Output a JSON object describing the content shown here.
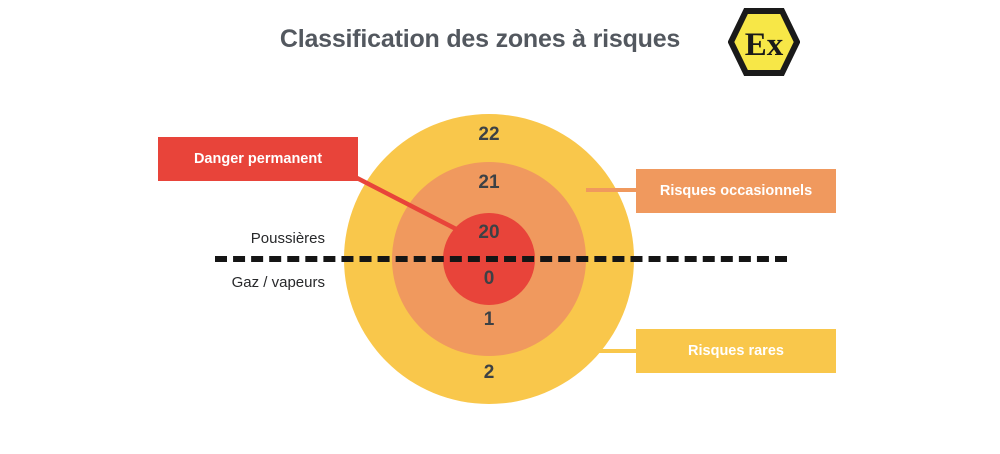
{
  "page": {
    "title": "Classification des zones à risques",
    "background_color": "#ffffff"
  },
  "logo": {
    "name": "atex-ex-logo",
    "text": "Ex",
    "fill_color": "#F7E747",
    "stroke_color": "#1A1A1A",
    "shape": "hexagon"
  },
  "colors": {
    "zone_outer": "#F9C74B",
    "zone_middle": "#F0995E",
    "zone_inner": "#E8443A",
    "title_text": "#53585F",
    "zone_label_text": "#3D4145",
    "separator": "#151515"
  },
  "diagram": {
    "zones": [
      {
        "id": "zone-22",
        "label": "22",
        "ring": "outer",
        "media": "poussieres",
        "color": "#F9C74B"
      },
      {
        "id": "zone-21",
        "label": "21",
        "ring": "middle",
        "media": "poussieres",
        "color": "#F0995E"
      },
      {
        "id": "zone-20",
        "label": "20",
        "ring": "inner",
        "media": "poussieres",
        "color": "#E8443A"
      },
      {
        "id": "zone-0",
        "label": "0",
        "ring": "inner",
        "media": "gaz",
        "color": "#E8443A"
      },
      {
        "id": "zone-1",
        "label": "1",
        "ring": "middle",
        "media": "gaz",
        "color": "#F0995E"
      },
      {
        "id": "zone-2",
        "label": "2",
        "ring": "outer",
        "media": "gaz",
        "color": "#F9C74B"
      }
    ],
    "media_labels": {
      "upper": "Poussières",
      "lower": "Gaz / vapeurs"
    }
  },
  "callouts": [
    {
      "id": "callout-danger-permanent",
      "text": "Danger permanent",
      "color": "#E8443A",
      "side": "left",
      "targets": [
        "zone-20",
        "zone-0"
      ]
    },
    {
      "id": "callout-risques-occasionnels",
      "text": "Risques occasionnels",
      "color": "#F0995E",
      "side": "right",
      "targets": [
        "zone-21",
        "zone-1"
      ]
    },
    {
      "id": "callout-risques-rares",
      "text": "Risques rares",
      "color": "#F9C74B",
      "side": "right",
      "targets": [
        "zone-22",
        "zone-2"
      ]
    }
  ]
}
